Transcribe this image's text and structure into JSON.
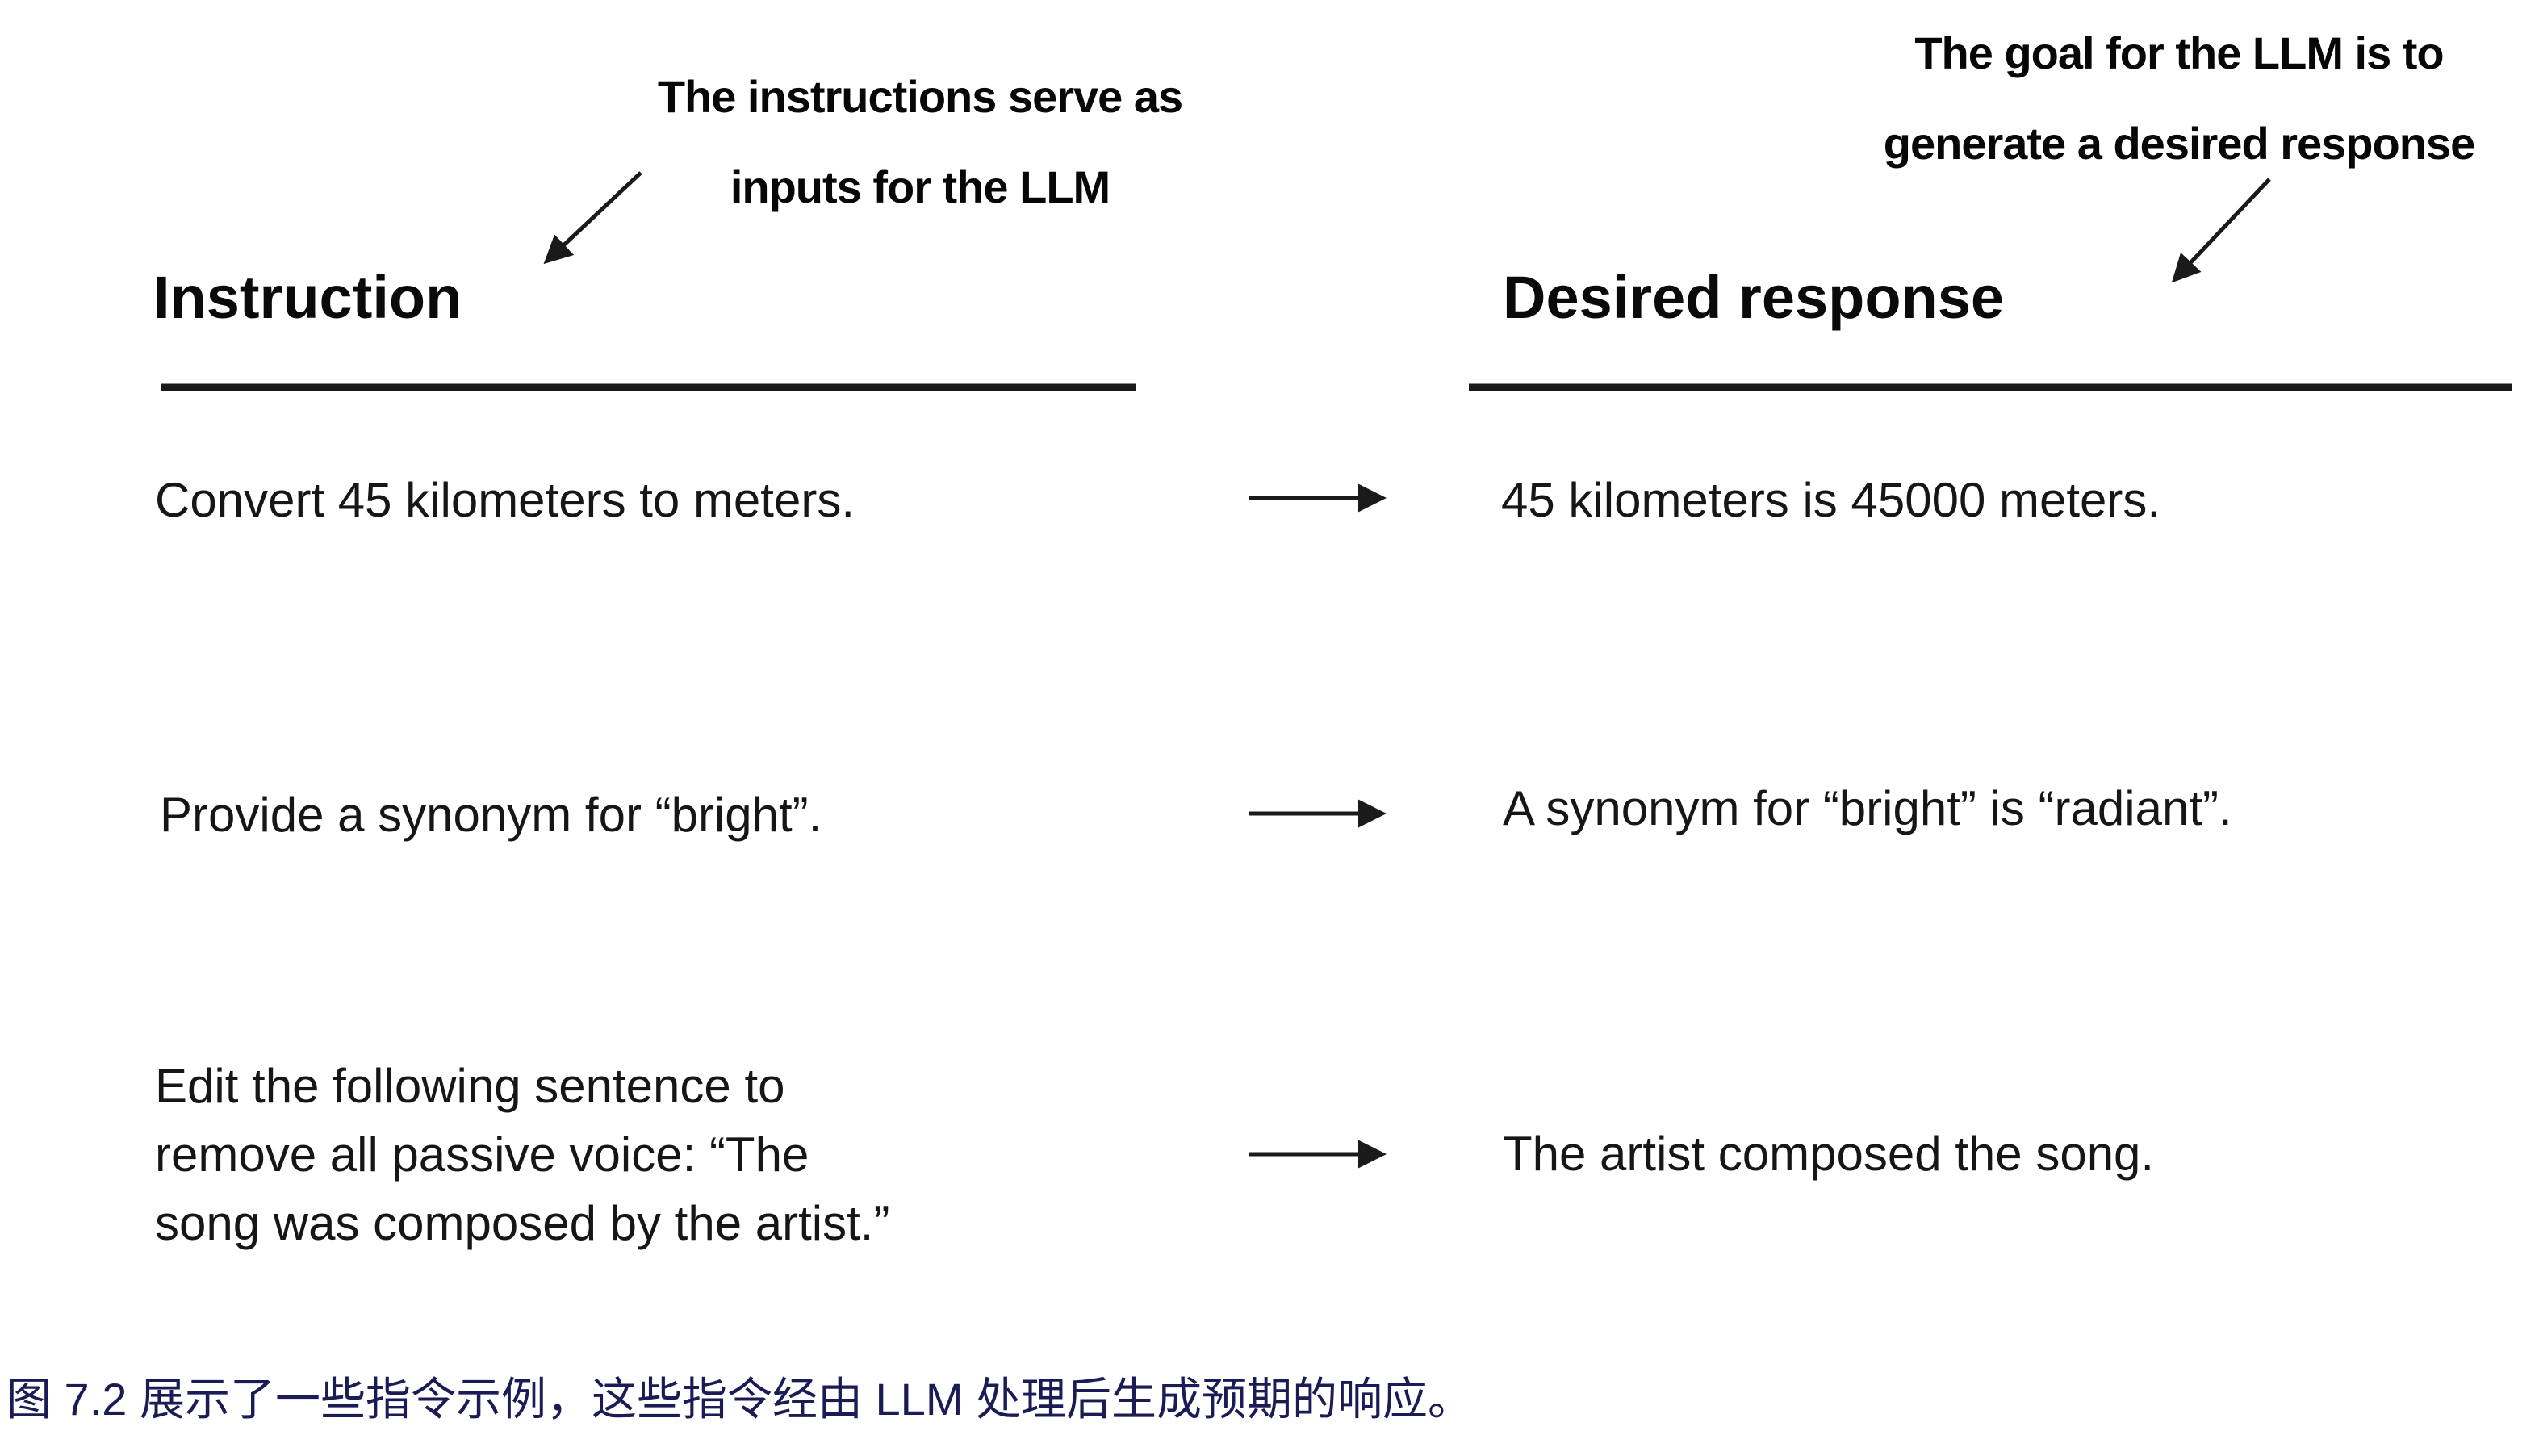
{
  "figure": {
    "annotation_left": {
      "line1": "The instructions serve as",
      "line2": "inputs for the LLM"
    },
    "annotation_right": {
      "line1": "The goal for the LLM is to",
      "line2": "generate a desired response"
    },
    "columns": {
      "left_header": "Instruction",
      "right_header": "Desired response"
    },
    "rows": [
      {
        "instruction_lines": [
          "Convert 45 kilometers to meters."
        ],
        "response": "45 kilometers is 45000 meters."
      },
      {
        "instruction_lines": [
          "Provide a synonym for “bright”."
        ],
        "response": "A synonym for “bright” is “radiant”."
      },
      {
        "instruction_lines": [
          "Edit the following sentence to",
          "remove all passive voice: “The",
          "song was composed by the artist.”"
        ],
        "response": "The artist composed the song."
      }
    ],
    "caption": "图 7.2 展示了一些指令示例，这些指令经由 LLM 处理后生成预期的响应。"
  },
  "colors": {
    "text": "#161616",
    "heading": "#0a0a0a",
    "caption": "#1b1b55",
    "line_and_arrow": "#1a1a1a",
    "background": "#ffffff"
  }
}
